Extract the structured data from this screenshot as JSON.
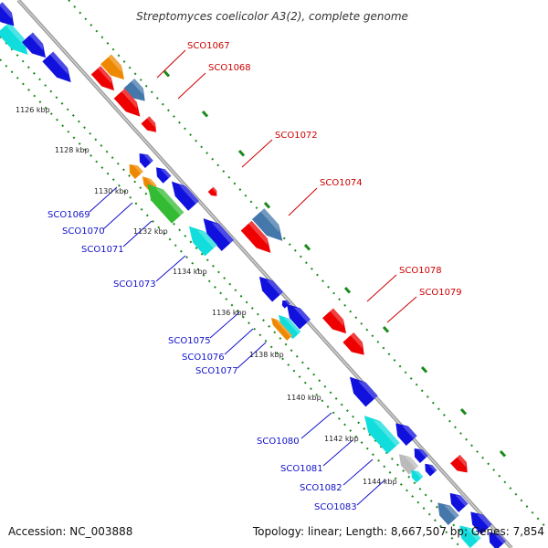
{
  "title": "Streptomyces coelicolor A3(2), complete genome",
  "accession": "Accession: NC_003888",
  "stats": "Topology: linear; Length: 8,667,507 bp; Genes: 7,854",
  "colors": {
    "forward_label": "#cc0000",
    "reverse_label": "#1111cc",
    "backbone": "#888888",
    "tick_mark": "#1a8a1a",
    "gene_red": "#ee0000",
    "gene_blue": "#1111dd",
    "gene_orange": "#ee8800",
    "gene_cyan": "#11dddd",
    "gene_green": "#33bb33",
    "gene_steel": "#4477aa",
    "gene_grey": "#bbbbbb"
  },
  "ticks": [
    "1126 kbp",
    "1128 kbp",
    "1130 kbp",
    "1132 kbp",
    "1134 kbp",
    "1136 kbp",
    "1138 kbp",
    "1140 kbp",
    "1142 kbp",
    "1144 kbp"
  ],
  "forward_labels": [
    "SCO1067",
    "SCO1068",
    "SCO1072",
    "SCO1074",
    "SCO1078",
    "SCO1079"
  ],
  "reverse_labels": [
    "SCO1069",
    "SCO1070",
    "SCO1071",
    "SCO1073",
    "SCO1075",
    "SCO1076",
    "SCO1077",
    "SCO1080",
    "SCO1081",
    "SCO1082",
    "SCO1083"
  ]
}
